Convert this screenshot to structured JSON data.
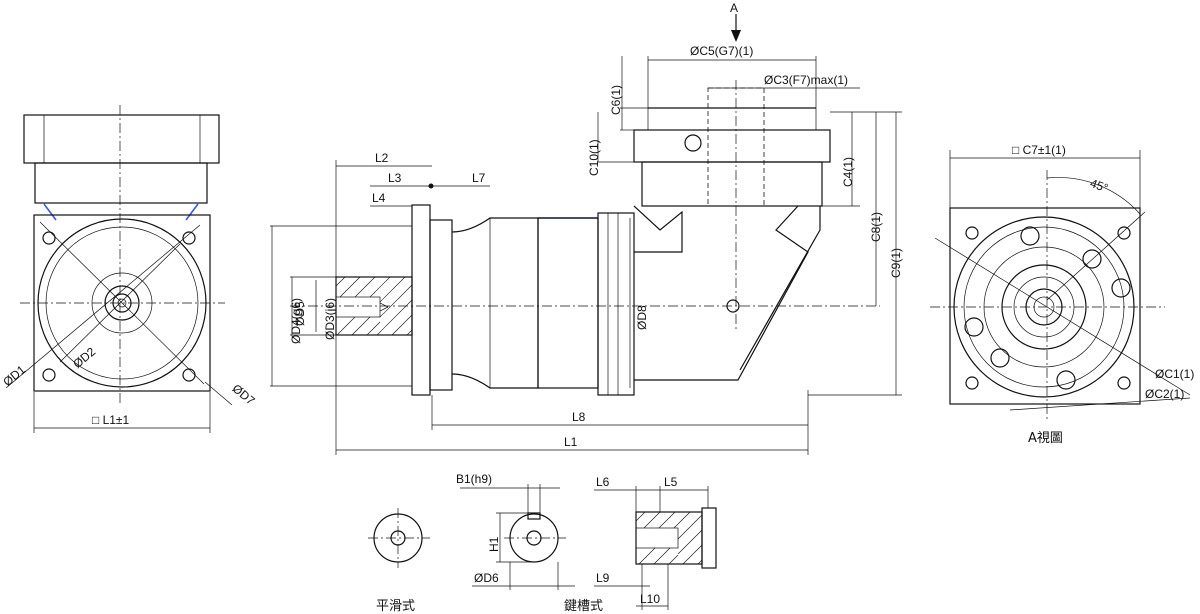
{
  "labels": {
    "view_arrow": "A",
    "c5": "ØC5(G7)(1)",
    "c3": "ØC3(F7)max(1)",
    "c6": "C6(1)",
    "c10": "C10(1)",
    "c4": "C4(1)",
    "c8": "C8(1)",
    "c9": "C9(1)",
    "c7": "□ C7±1(1)",
    "angle45": "45°",
    "c1": "ØC1(1)",
    "c2": "ØC2(1)",
    "view_a": "A視圖",
    "l2": "L2",
    "l3": "L3",
    "l4": "L4",
    "l7": "L7",
    "d4": "ØD4(g6)",
    "d5": "ØD5",
    "d3": "ØD3(j6)",
    "d8": "ØD8",
    "l8": "L8",
    "l1": "L1",
    "d1": "ØD1",
    "d2": "ØD2",
    "d7": "ØD7",
    "l1sq": "□ L1±1",
    "b1": "B1(h9)",
    "h1": "H1",
    "d6": "ØD6",
    "l6": "L6",
    "l5": "L5",
    "l9": "L9",
    "l10": "L10",
    "smooth_shaft": "平滑式",
    "keyed_shaft": "鍵槽式"
  },
  "colors": {
    "line": "#111111",
    "accent": "#3a5bd9"
  }
}
